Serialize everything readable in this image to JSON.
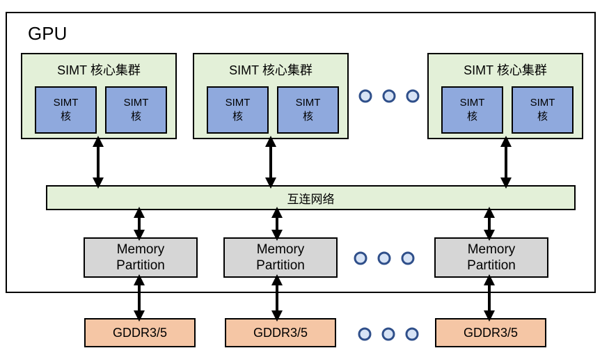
{
  "gpu": {
    "label": "GPU"
  },
  "clusters": [
    {
      "label": "SIMT 核心集群",
      "cores": [
        {
          "line1": "SIMT",
          "line2": "核"
        },
        {
          "line1": "SIMT",
          "line2": "核"
        }
      ]
    },
    {
      "label": "SIMT 核心集群",
      "cores": [
        {
          "line1": "SIMT",
          "line2": "核"
        },
        {
          "line1": "SIMT",
          "line2": "核"
        }
      ]
    },
    {
      "label": "SIMT 核心集群",
      "cores": [
        {
          "line1": "SIMT",
          "line2": "核"
        },
        {
          "line1": "SIMT",
          "line2": "核"
        }
      ]
    }
  ],
  "interconnect": {
    "label": "互连网络"
  },
  "memory_partitions": [
    {
      "line1": "Memory",
      "line2": "Partition"
    },
    {
      "line1": "Memory",
      "line2": "Partition"
    },
    {
      "line1": "Memory",
      "line2": "Partition"
    }
  ],
  "gddr": [
    {
      "label": "GDDR3/5"
    },
    {
      "label": "GDDR3/5"
    },
    {
      "label": "GDDR3/5"
    }
  ],
  "colors": {
    "cluster_fill": "#e3f0d8",
    "core_fill": "#8fa9dd",
    "memory_fill": "#d6d6d6",
    "gddr_fill": "#f5c6a5",
    "ellipsis_fill": "#d7e3f5",
    "ellipsis_stroke": "#2f4f8a"
  }
}
